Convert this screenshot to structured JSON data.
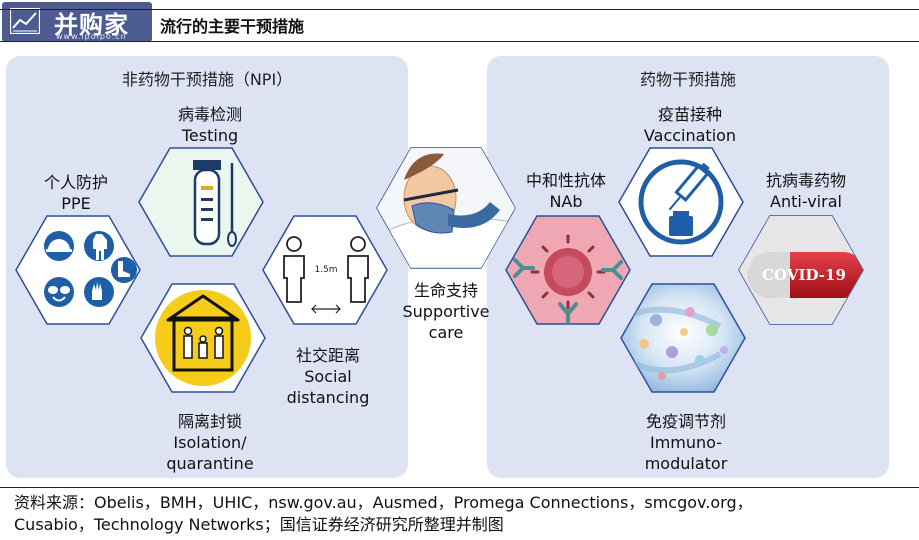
{
  "header": {
    "logo_text": "并购家",
    "logo_sub": "www.ipoipo.cn",
    "title": "流行的主要干预措施"
  },
  "panels": {
    "npi_title": "非药物干预措施（NPI）",
    "drug_title": "药物干预措施"
  },
  "items": {
    "testing": {
      "cn": "病毒检测",
      "en": "Testing"
    },
    "ppe": {
      "cn": "个人防护",
      "en": "PPE"
    },
    "social": {
      "cn": "社交距离",
      "en1": "Social",
      "en2": "distancing",
      "distance_mark": "1.5m"
    },
    "isolation": {
      "cn": "隔离封锁",
      "en1": "Isolation/",
      "en2": "quarantine"
    },
    "supportive": {
      "cn": "生命支持",
      "en1": "Supportive",
      "en2": "care"
    },
    "nab": {
      "cn": "中和性抗体",
      "en": "NAb"
    },
    "vaccination": {
      "cn": "疫苗接种",
      "en": "Vaccination"
    },
    "antiviral": {
      "cn": "抗病毒药物",
      "en": "Anti-viral",
      "pill_text": "COVID-19"
    },
    "immuno": {
      "cn": "免疫调节剂",
      "en1": "Immuno-",
      "en2": "modulator"
    }
  },
  "source": {
    "line1": "资料来源：Obelis，BMH，UHIC，nsw.gov.au，Ausmed，Promega Connections，smcgov.org，",
    "line2": "Cusabio，Technology Networks；国信证券经济研究所整理并制图"
  },
  "colors": {
    "panel_bg": "#dde3f2",
    "hex_border": "#2d4f9a",
    "ppe_blue": "#1f5fa8",
    "isolation_yellow": "#f5cc1a",
    "nab_pink": "#f0a7b4",
    "vaccine_blue": "#1f5fa8",
    "pill_red": "#c0161f",
    "logo_bg": "#3d4f87"
  }
}
